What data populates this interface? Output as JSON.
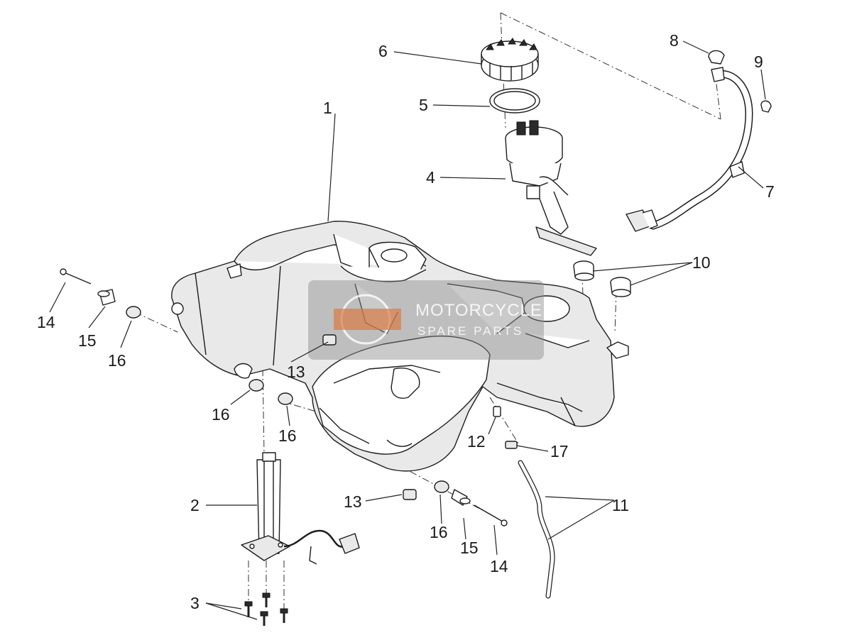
{
  "diagram": {
    "callouts": {
      "c1": "1",
      "c2": "2",
      "c3": "3",
      "c4": "4",
      "c5": "5",
      "c6": "6",
      "c7": "7",
      "c8": "8",
      "c9": "9",
      "c10": "10",
      "c11": "11",
      "c12": "12",
      "c13a": "13",
      "c13b": "13",
      "c14a": "14",
      "c14b": "14",
      "c15a": "15",
      "c15b": "15",
      "c16a": "16",
      "c16b": "16",
      "c16c": "16",
      "c16d": "16",
      "c17": "17"
    },
    "watermark": {
      "line1": "MOTORCYCLE",
      "line2": "SPARE PARTS"
    }
  }
}
